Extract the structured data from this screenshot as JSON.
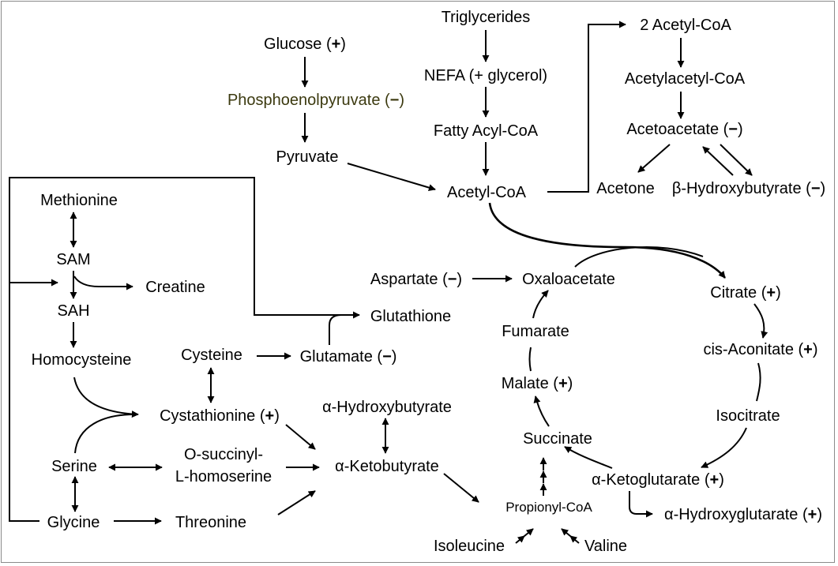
{
  "nodes": {
    "triglycerides": "Triglycerides",
    "nefa": "NEFA (+ glycerol)",
    "fatty_acyl_coa": "Fatty Acyl-CoA",
    "acetyl_coa": "Acetyl-CoA",
    "two_acetyl_coa": "2 Acetyl-CoA",
    "acetylacetyl_coa": "Acetylacetyl-CoA",
    "acetoacetate": "Acetoacetate (",
    "acetoacetate_sign": "−",
    "acetone": "Acetone",
    "hydroxybutyrate": "β-Hydroxybutyrate (",
    "hydroxybutyrate_sign": "−",
    "glucose": "Glucose (",
    "glucose_sign": "+",
    "pep": "Phosphoenolpyruvate (",
    "pep_sign": "−",
    "pyruvate": "Pyruvate",
    "methionine": "Methionine",
    "sam": "SAM",
    "creatine": "Creatine",
    "sah": "SAH",
    "homocysteine": "Homocysteine",
    "cysteine": "Cysteine",
    "glutamate": "Glutamate (",
    "glutamate_sign": "−",
    "glutathione": "Glutathione",
    "cystathionine": "Cystathionine (",
    "cystathionine_sign": "+",
    "serine": "Serine",
    "o_succinyl_1": "O-succinyl-",
    "o_succinyl_2": "L-homoserine",
    "glycine": "Glycine",
    "threonine": "Threonine",
    "a_hydroxybutyrate": "α-Hydroxybutyrate",
    "a_ketobutyrate": "α-Ketobutyrate",
    "aspartate": "Aspartate (",
    "aspartate_sign": "−",
    "oxaloacetate": "Oxaloacetate",
    "citrate": "Citrate (",
    "citrate_sign": "+",
    "cis_aconitate": "cis-Aconitate (",
    "cis_aconitate_sign": "+",
    "isocitrate": "Isocitrate",
    "a_ketoglutarate": "α-Ketoglutarate (",
    "a_ketoglutarate_sign": "+",
    "a_hydroxyglutarate": "α-Hydroxyglutarate (",
    "a_hydroxyglutarate_sign": "+",
    "succinate": "Succinate",
    "malate": "Malate (",
    "malate_sign": "+",
    "fumarate": "Fumarate",
    "propionyl_coa": "Propionyl-CoA",
    "isoleucine": "Isoleucine",
    "valine": "Valine",
    "close_paren": ")"
  },
  "colors": {
    "line": "#000000",
    "olive_text": "#3c3a10",
    "frame": "#8a8a8a"
  }
}
